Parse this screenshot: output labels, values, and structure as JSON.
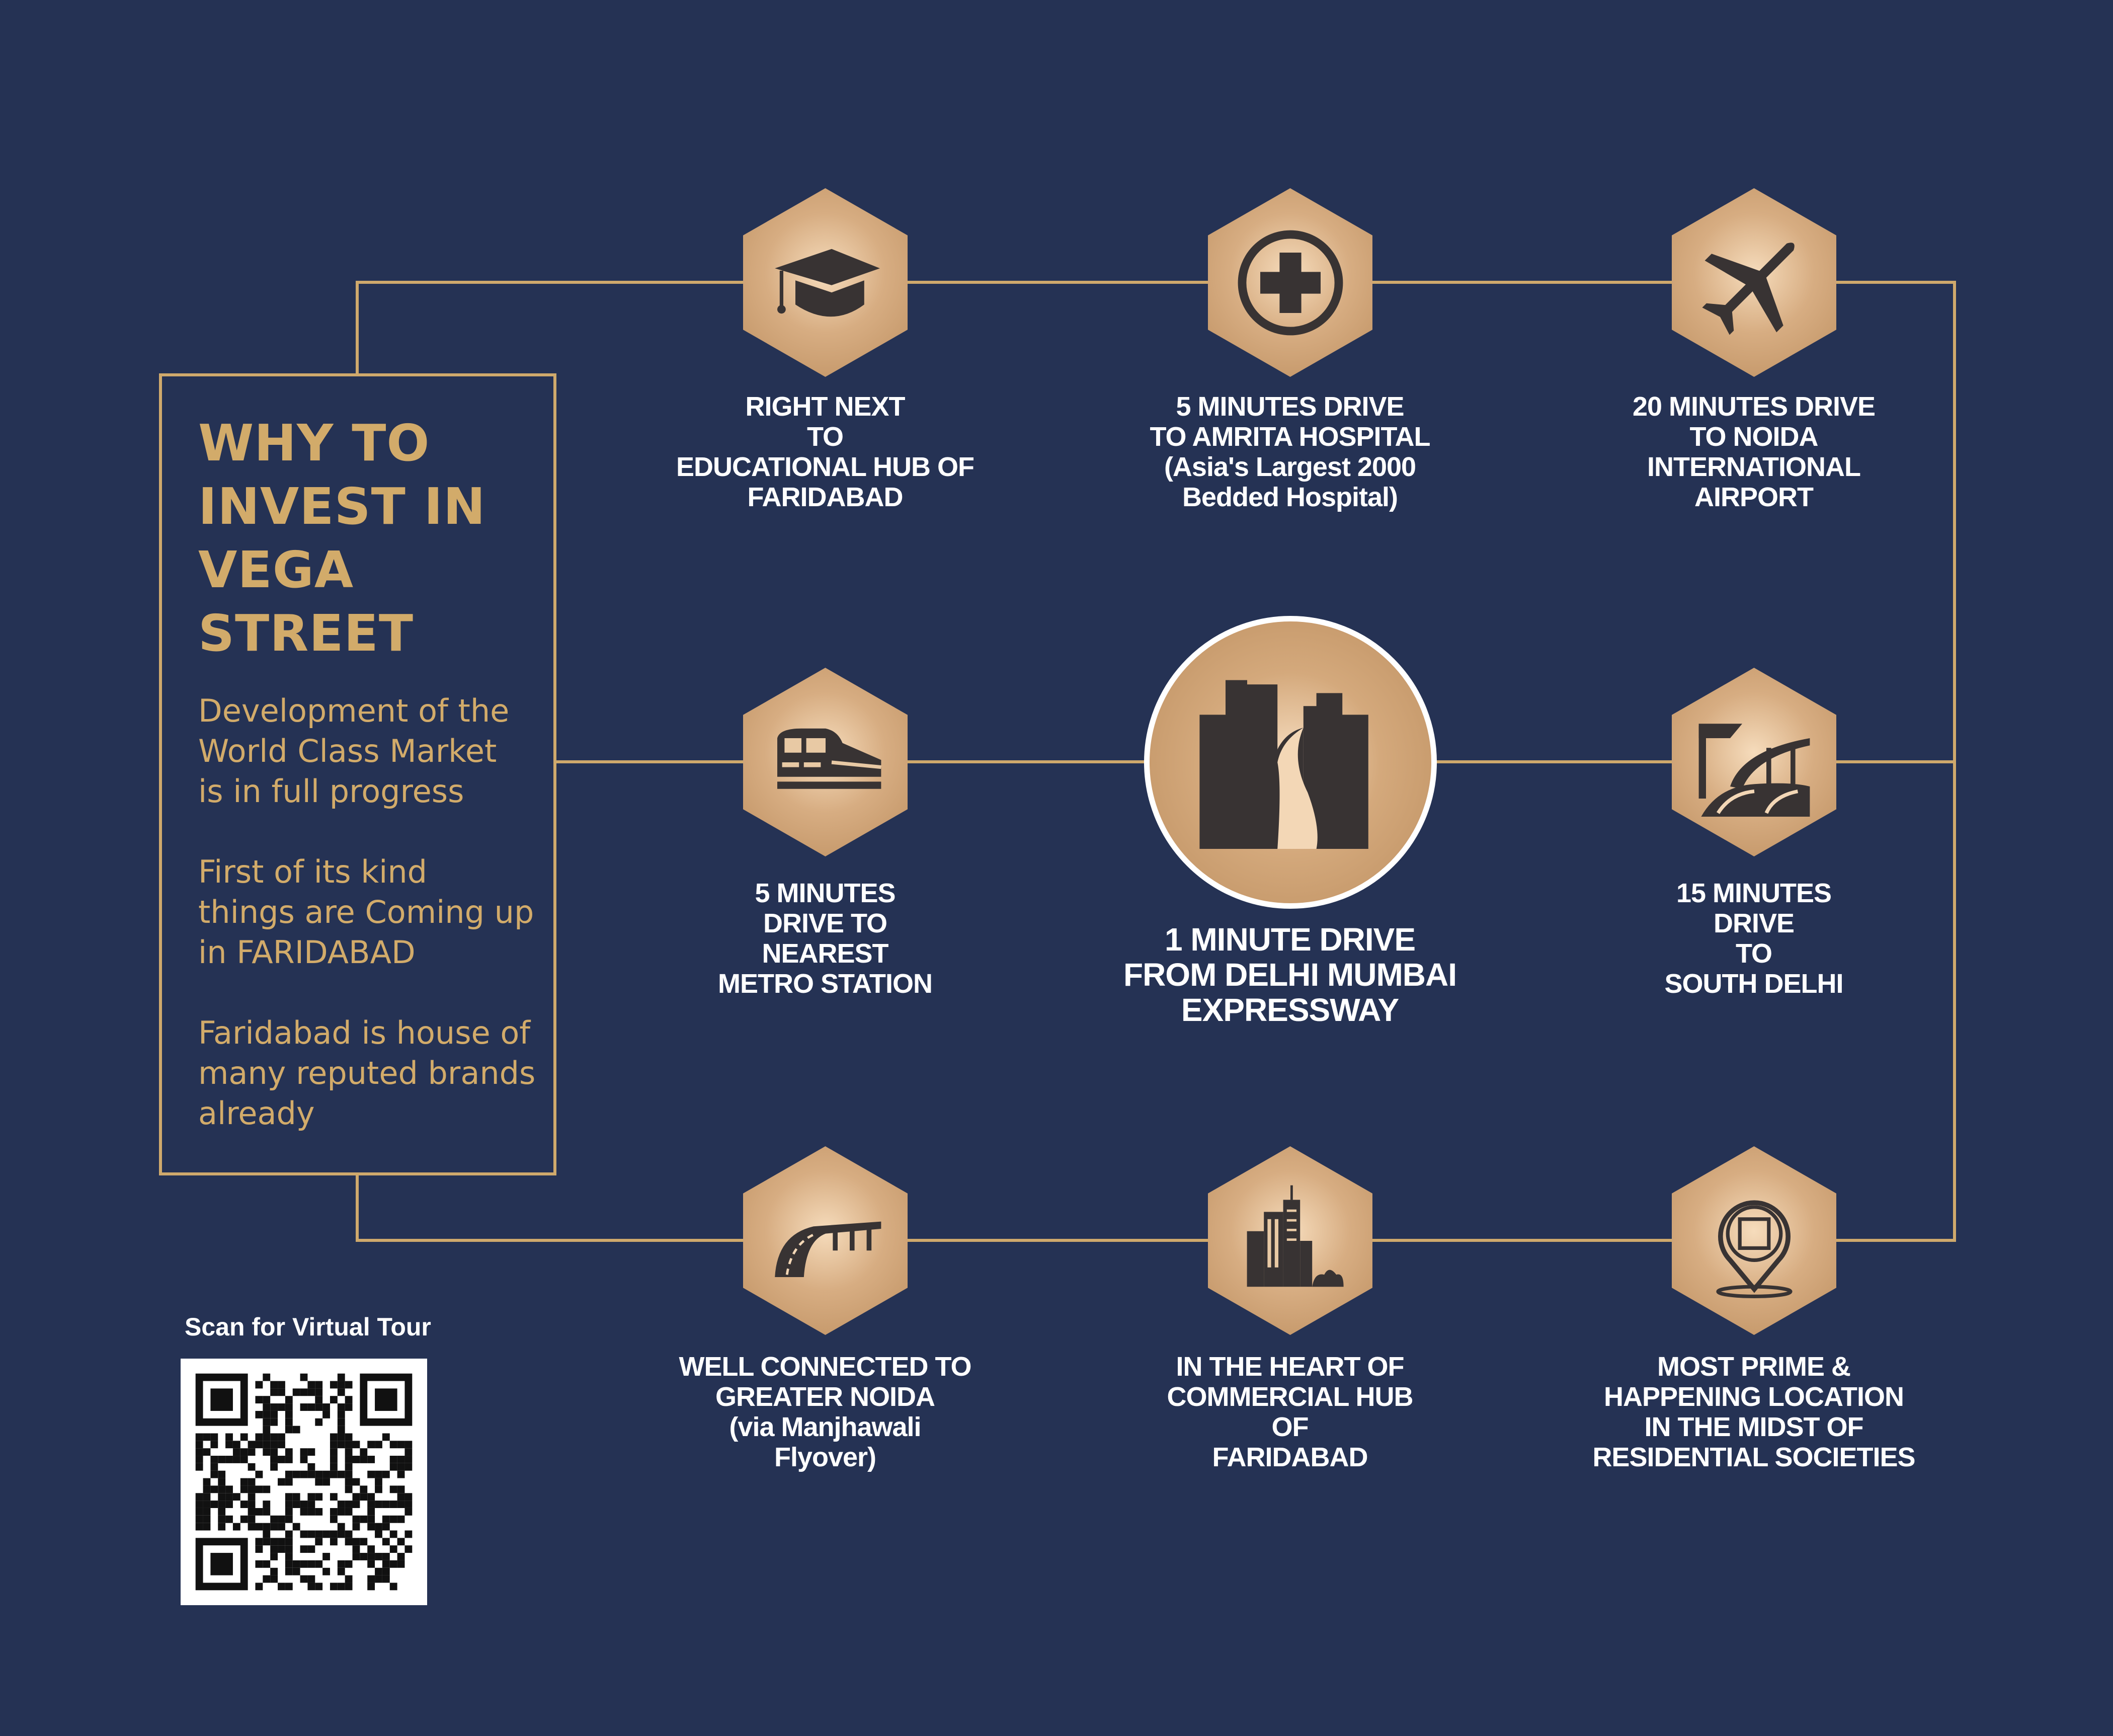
{
  "colors": {
    "background": "#253254",
    "gold": "#cfa96c",
    "icon_dark": "#383333",
    "label": "#ffffff"
  },
  "sidebar": {
    "title": "WHY TO\nINVEST IN\nVEGA STREET",
    "paragraphs": [
      "Development of the\nWorld Class Market\nis in full progress",
      "First of its kind\nthings are Coming up\nin FARIDABAD",
      "Faridabad is house of\nmany reputed brands\nalready"
    ]
  },
  "features": [
    {
      "icon": "graduation-cap-icon",
      "label": "RIGHT NEXT\nTO\nEDUCATIONAL HUB OF\nFARIDABAD"
    },
    {
      "icon": "hospital-cross-icon",
      "label": "5 MINUTES DRIVE\nTO AMRITA HOSPITAL\n(Asia's Largest 2000\nBedded Hospital)"
    },
    {
      "icon": "airplane-icon",
      "label": "20 MINUTES DRIVE\nTO NOIDA\nINTERNATIONAL\nAIRPORT"
    },
    {
      "icon": "metro-train-icon",
      "label": "5 MINUTES\nDRIVE TO\nNEAREST\nMETRO STATION"
    },
    {
      "icon": "city-road-icon",
      "label": "1 MINUTE DRIVE\nFROM DELHI MUMBAI\nEXPRESSWAY"
    },
    {
      "icon": "flyover-highway-icon",
      "label": "15 MINUTES\nDRIVE\nTO\nSOUTH DELHI"
    },
    {
      "icon": "bridge-road-icon",
      "label": "WELL CONNECTED TO\nGREATER NOIDA\n(via Manjhawali\nFlyover)"
    },
    {
      "icon": "skyscrapers-icon",
      "label": "IN THE HEART OF\nCOMMERCIAL HUB\nOF\nFARIDABAD"
    },
    {
      "icon": "location-pin-building-icon",
      "label": "MOST PRIME &\nHAPPENING LOCATION\nIN THE MIDST OF\nRESIDENTIAL SOCIETIES"
    }
  ],
  "qr": {
    "caption": "Scan for Virtual Tour"
  }
}
